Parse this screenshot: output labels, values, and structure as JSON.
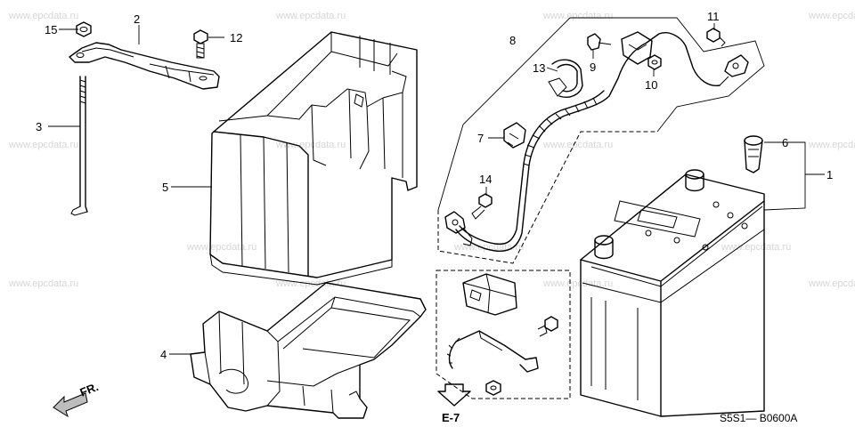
{
  "watermark": "www.epcdata.ru",
  "callouts": {
    "p1": "1",
    "p2": "2",
    "p3": "3",
    "p4": "4",
    "p5": "5",
    "p6": "6",
    "p7": "7",
    "p8": "8",
    "p9": "9",
    "p10": "10",
    "p11": "11",
    "p12": "12",
    "p13": "13",
    "p14": "14",
    "p15": "15"
  },
  "reference_label": "E-7",
  "direction_label": "FR.",
  "diagram_code": "S5S1— B0600A"
}
